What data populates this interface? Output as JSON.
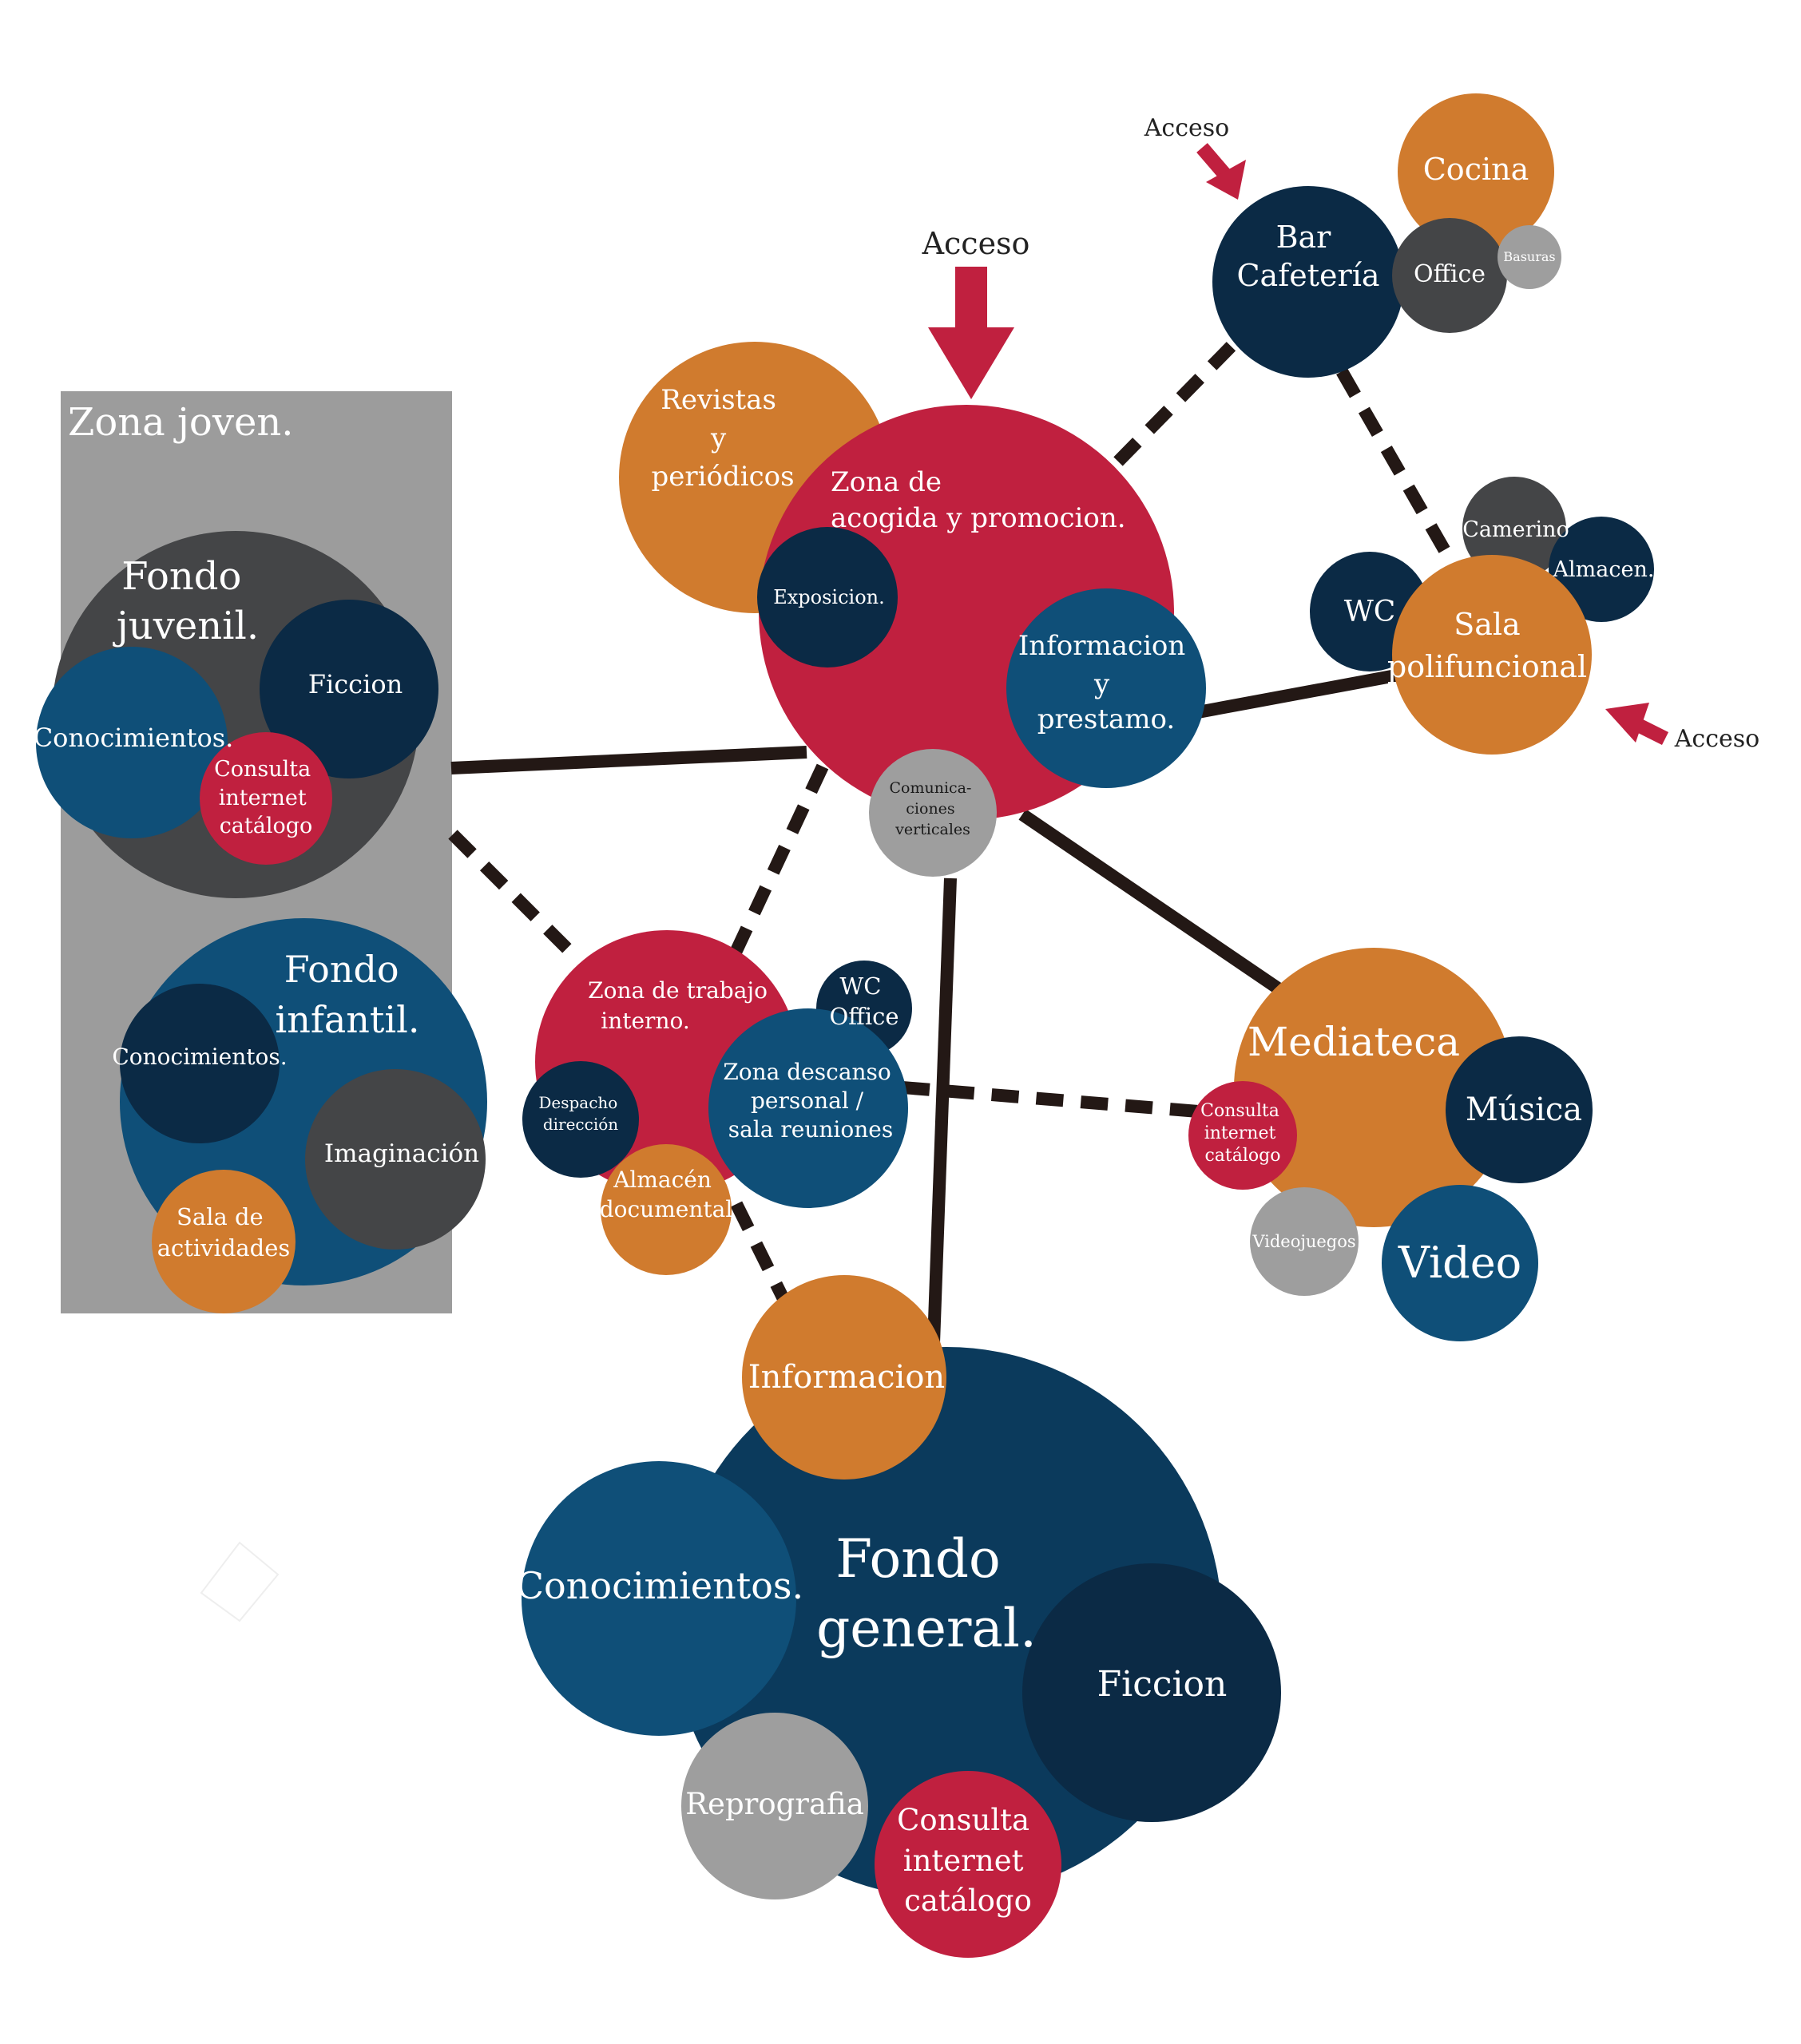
{
  "colors": {
    "red": "#c0203f",
    "orange": "#d07b2e",
    "navy": "#0b2a45",
    "blue": "#0f4f78",
    "charcoal": "#444547",
    "gray": "#9e9e9e",
    "zone_bg": "#9c9c9c",
    "line": "#231815"
  },
  "zona_joven": {
    "title": "Zona joven."
  },
  "access": {
    "main": "Acceso",
    "bar": "Acceso",
    "sala": "Acceso"
  },
  "nodes": {
    "revistas": [
      "Revistas",
      "y",
      "periódicos"
    ],
    "acogida": [
      "Zona de",
      "acogida y promocion."
    ],
    "exposicion": [
      "Exposicion."
    ],
    "informacion_prestamo": [
      "Informacion",
      "y",
      "prestamo."
    ],
    "comunicaciones": [
      "Comunica-",
      "ciones",
      "verticales"
    ],
    "cocina": [
      "Cocina"
    ],
    "bar": [
      "Bar",
      "Cafetería"
    ],
    "office_bar": [
      "Office"
    ],
    "basuras": [
      "Basuras"
    ],
    "camerino": [
      "Camerino"
    ],
    "almacen": [
      "Almacen."
    ],
    "wc_sala": [
      "WC"
    ],
    "sala": [
      "Sala",
      "polifuncional."
    ],
    "fondo_juvenil": [
      "Fondo",
      "juvenil."
    ],
    "ficcion_juvenil": [
      "Ficcion"
    ],
    "conocimientos_juvenil": [
      "Conocimientos."
    ],
    "consulta_juvenil": [
      "Consulta",
      "internet",
      "catálogo"
    ],
    "fondo_infantil": [
      "Fondo",
      "infantil."
    ],
    "conocimientos_infantil": [
      "Conocimientos."
    ],
    "imaginacion": [
      "Imaginación"
    ],
    "sala_actividades": [
      "Sala de",
      "actividades"
    ],
    "trabajo": [
      "Zona de trabajo",
      "interno."
    ],
    "wc_office": [
      "WC",
      "Office"
    ],
    "descanso": [
      "Zona descanso",
      "personal /",
      "sala reuniones"
    ],
    "despacho": [
      "Despacho",
      "dirección"
    ],
    "almacen_doc": [
      "Almacén",
      "documental"
    ],
    "mediateca": [
      "Mediateca"
    ],
    "musica": [
      "Música"
    ],
    "consulta_media": [
      "Consulta",
      "internet",
      "catálogo"
    ],
    "videojuegos": [
      "Videojuegos"
    ],
    "video": [
      "Video"
    ],
    "informacion": [
      "Informacion"
    ],
    "fondo_general": [
      "Fondo",
      "general."
    ],
    "conocimientos_general": [
      "Conocimientos."
    ],
    "ficcion_general": [
      "Ficcion"
    ],
    "reprografia": [
      "Reprografia"
    ],
    "consulta_general": [
      "Consulta",
      "internet",
      "catálogo"
    ]
  }
}
